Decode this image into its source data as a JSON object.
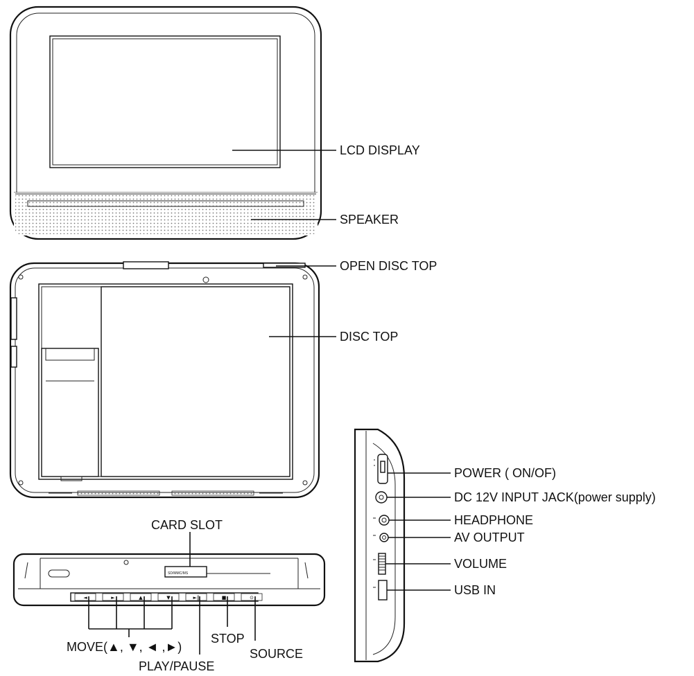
{
  "labels": {
    "lcd_display": "LCD DISPLAY",
    "speaker": "SPEAKER",
    "open_disc_top": "OPEN DISC TOP",
    "disc_top": "DISC TOP",
    "card_slot": "CARD SLOT",
    "move": "MOVE(▲, ▼, ◄ ,►)",
    "play_pause": "PLAY/PAUSE",
    "stop": "STOP",
    "source": "SOURCE",
    "power": "POWER ( ON/OF)",
    "dc_input": "DC 12V INPUT JACK(power supply)",
    "headphone": "HEADPHONE",
    "av_output": "AV OUTPUT",
    "volume": "VOLUME",
    "usb_in": "USB IN"
  },
  "card_slot_text": "SD/MMC/MS",
  "front_button_glyphs": [
    "◄",
    "►",
    "▲",
    "▼",
    "►‖",
    "■",
    "⊙"
  ]
}
